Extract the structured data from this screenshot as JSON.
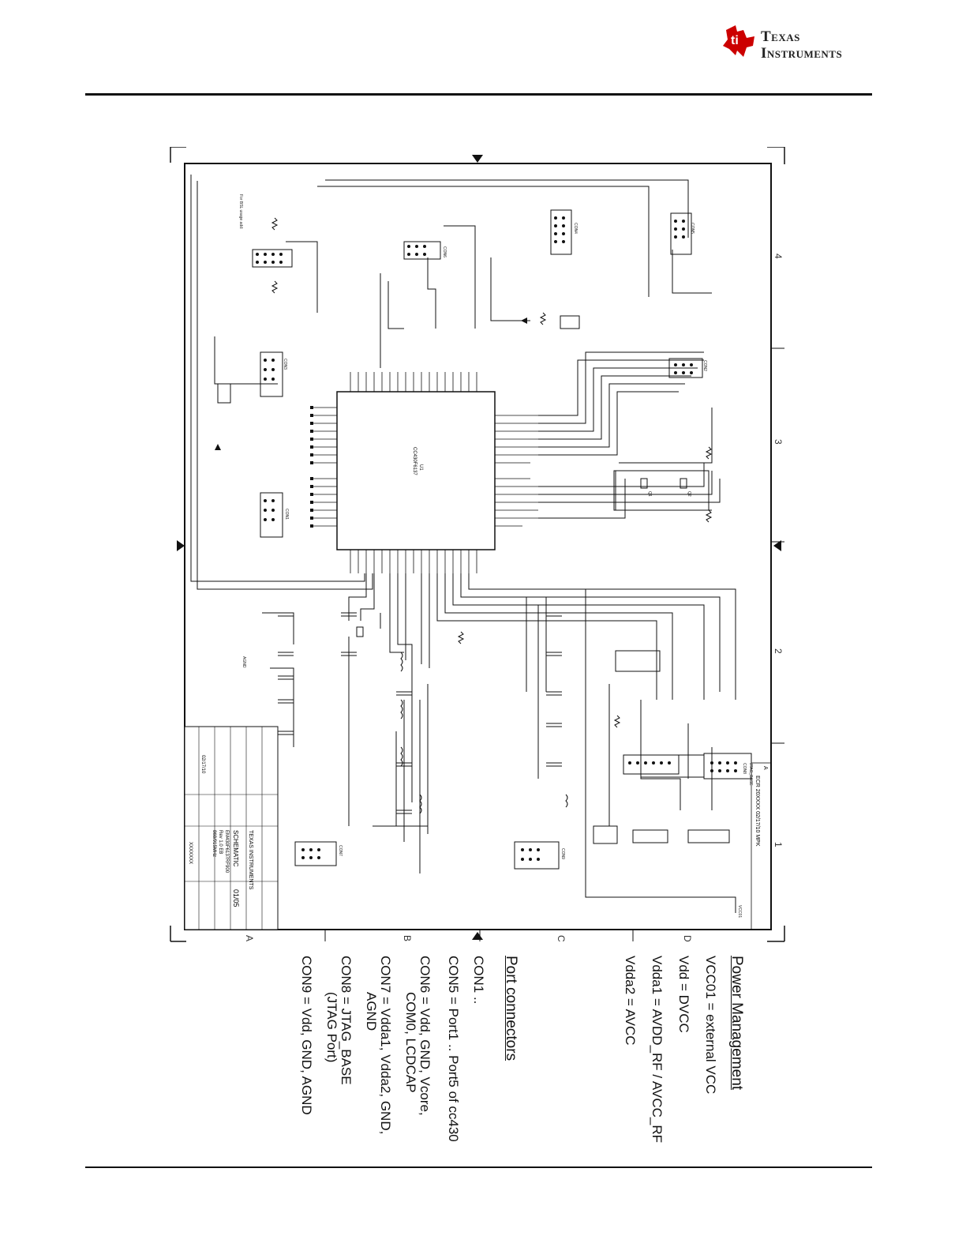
{
  "header": {
    "logo_line1": "Texas",
    "logo_line2": "Instruments",
    "logo_color": "#cc0000"
  },
  "schematic": {
    "title_block": {
      "company": "TEXAS INSTRUMENTS",
      "title": "SCHEMATIC",
      "board": "EM430F6137RF900",
      "rev_label": "Rev 1.0 EB",
      "band": "868/915MHz",
      "sheet": "01/05",
      "date": "02/17/10",
      "doc_number": "XXXXXXX",
      "revision": "A",
      "revision_note": "ECR 20XXXX 02/17/10 MPK"
    },
    "mcu": {
      "ref": "U1",
      "part": "CC430F6137"
    },
    "zone_numbers": [
      "1",
      "2",
      "3",
      "4"
    ],
    "zone_letters": [
      "A",
      "B",
      "C",
      "D"
    ],
    "connectors": [
      "CON1",
      "CON2",
      "CON3",
      "CON4",
      "CON5",
      "CON6",
      "CON7",
      "CON8",
      "CON9"
    ],
    "crystals": [
      "Q1",
      "Q2"
    ],
    "annotations": {
      "usage_note": "For BSL usage add:",
      "jtag": "JTAG_BASE",
      "gnd": "AGND",
      "vcc": "VCC01"
    }
  },
  "notes": {
    "power_heading": "Power Management",
    "power_lines": [
      "VCC01 = external VCC",
      "Vdd     = DVCC",
      "Vdda1 = AVDD_RF / AVCC_RF",
      "Vdda2 = AVCC"
    ],
    "port_heading": "Port connectors",
    "port_lines": [
      "CON1 ..",
      "CON5 = Port1 .. Port5 of cc430",
      "CON6 = Vdd, GND, Vcore,",
      "COM0, LCDCAP",
      "CON7 = Vdda1, Vdda2, GND,",
      "AGND",
      "CON8 = JTAG_BASE",
      "(JTAG Port)",
      "CON9 = Vdd, GND, AGND"
    ]
  }
}
